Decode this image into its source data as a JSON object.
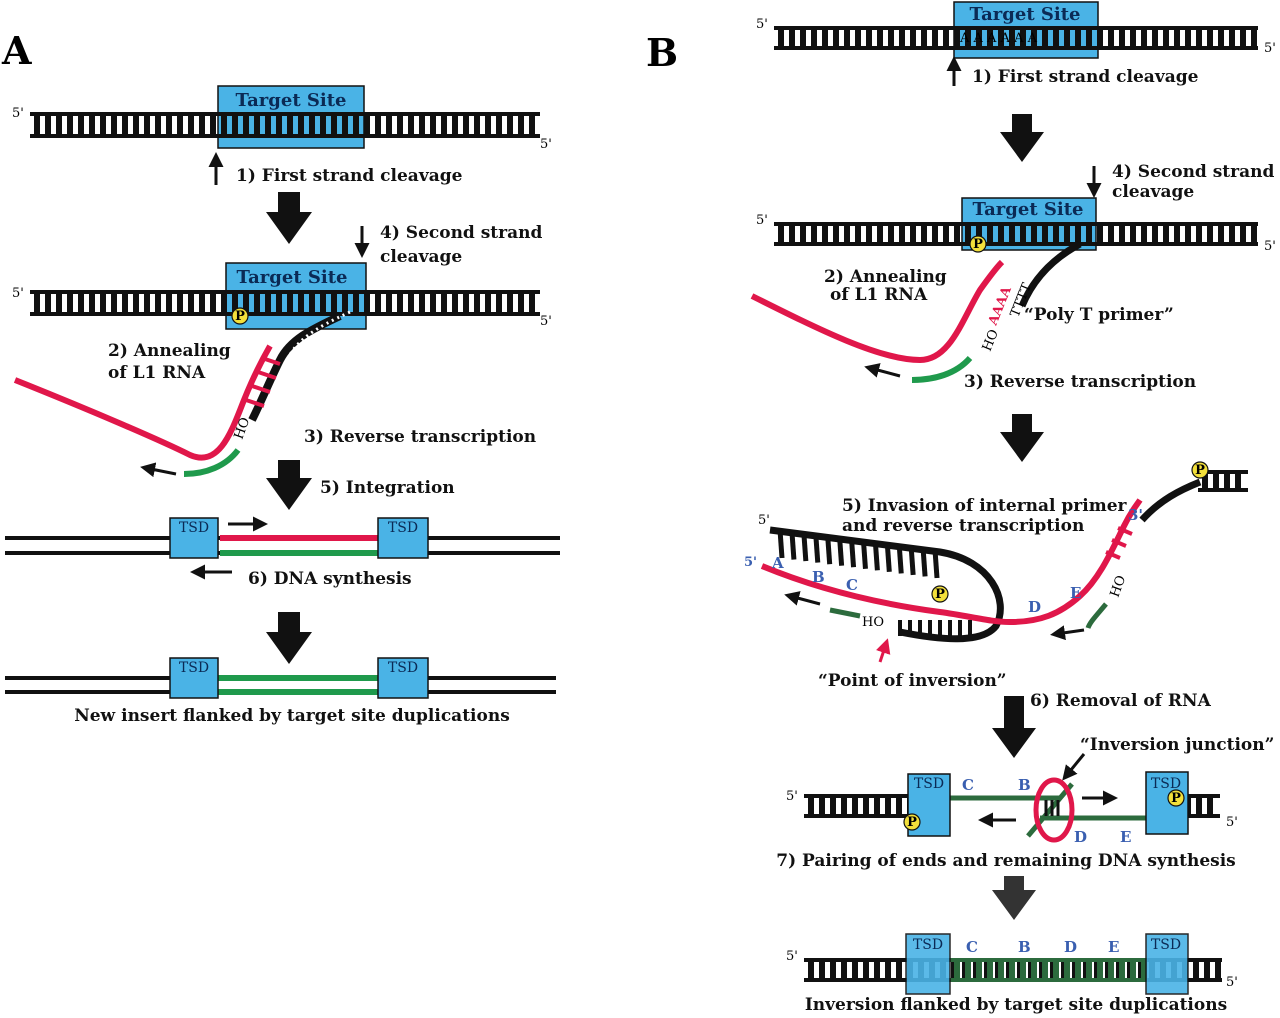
{
  "colors": {
    "target_site": "#4ab3e6",
    "rna": "#e0174a",
    "dna": "#1f9a4c",
    "dna_dark": "#2c6b3d",
    "phosphate": "#f3e03b",
    "letters": "#3a5fb0",
    "strand": "#111111"
  },
  "icons": [
    "arrow-up-icon",
    "arrow-down-icon",
    "arrow-left-icon",
    "arrow-right-icon",
    "phosphate-icon",
    "inversion-circle-icon"
  ],
  "panelA": {
    "letter": "A",
    "five_prime": "5'",
    "target_site": "Target Site",
    "step1": "1) First strand cleavage",
    "step4": "4) Second strand",
    "step4b": "cleavage",
    "step2": "2) Annealing",
    "step2b": "of L1 RNA",
    "ho": "HO",
    "p": "P",
    "step3": "3) Reverse transcription",
    "step5": "5) Integration",
    "tsd": "TSD",
    "step6": "6) DNA synthesis",
    "final": "New insert flanked by target site duplications"
  },
  "panelB": {
    "letter": "B",
    "five_prime": "5'",
    "three_prime": "3'",
    "target_site": "Target Site",
    "aa_seq": "A A A A A A",
    "step1": "1) First strand cleavage",
    "step4": "4) Second strand",
    "step4b": "cleavage",
    "step2": "2) Annealing",
    "step2b": "of L1 RNA",
    "poly_a": "AAAA",
    "poly_t": "TTTT",
    "poly_t_label": "“Poly T primer”",
    "ho": "HO",
    "p": "P",
    "step3": "3) Reverse transcription",
    "step5": "5) Invasion of internal  primer",
    "step5b": "and reverse transcription",
    "A": "A",
    "B": "B",
    "C": "C",
    "D": "D",
    "E": "E",
    "point_inv": "“Point of inversion”",
    "step6": "6) Removal of RNA",
    "inv_junction": "“Inversion junction”",
    "tsd": "TSD",
    "step7": "7) Pairing of ends and remaining DNA synthesis",
    "final": "Inversion flanked by target site duplications"
  }
}
